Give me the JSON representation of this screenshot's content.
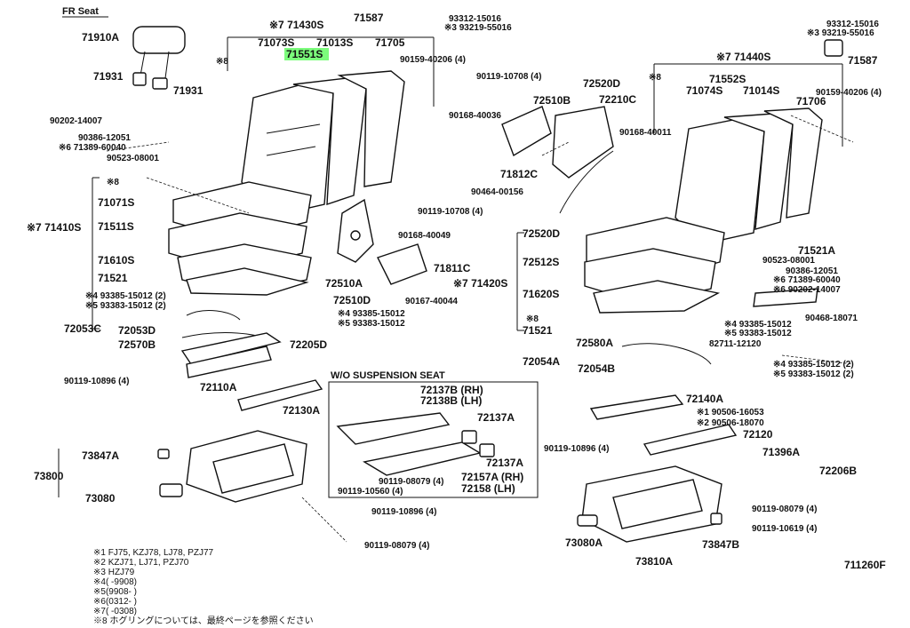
{
  "header": {
    "title": "FR  Seat",
    "figure_code": "711260F",
    "ws_title": "W/O  SUSPENSION  SEAT"
  },
  "highlight": {
    "part": "71551S",
    "color": "#7CFC7C"
  },
  "labels": {
    "l1": "71910A",
    "l2": "71931",
    "l3": "71931",
    "l4": "90202-14007",
    "l5": "90386-12051",
    "l6": "※6 71389-60040",
    "l7": "90523-08001",
    "l8": "※8",
    "l9": "71071S",
    "l10": "71511S",
    "l11": "71610S",
    "l12": "71521",
    "l13": "※7 71410S",
    "l14": "※4 93385-15012 (2)",
    "l15": "※5 93383-15012 (2)",
    "l16": "72053C",
    "l17": "72053D",
    "l18": "72570B",
    "l19": "90119-10896 (4)",
    "l20": "72110A",
    "l21": "72130A",
    "l22": "73847A",
    "l23": "73800",
    "l24": "73080",
    "l25": "※7 71430S",
    "l26": "71587",
    "l27": "93312-15016",
    "l28": "※3 93219-55016",
    "l29": "※8",
    "l30": "71073S",
    "l31": "71013S",
    "l32": "71705",
    "l33": "71551S",
    "l34": "90159-40206 (4)",
    "l35": "90119-10708 (4)",
    "l36": "90168-40049",
    "l37": "71811C",
    "l38": "72510A",
    "l39": "90167-40044",
    "l40": "72510D",
    "l41": "※4 93385-15012",
    "l42": "※5 93383-15012",
    "l43": "72205D",
    "l44": "90119-10896 (4)",
    "l45": "90119-08079 (4)",
    "l46": "90119-10708 (4)",
    "l47": "72520D",
    "l48": "72510B",
    "l49": "72210C",
    "l50": "90168-40036",
    "l51": "90168-40011",
    "l52": "71812C",
    "l53": "90464-00156",
    "l54": "※8",
    "l55": "93312-15016",
    "l56": "※3 93219-55016",
    "l57": "※7 71440S",
    "l58": "71587",
    "l59": "71552S",
    "l60": "71074S",
    "l61": "71014S",
    "l62": "71706",
    "l63": "90159-40206 (4)",
    "l64": "72520D",
    "l65": "71521A",
    "l66": "72512S",
    "l67": "71620S",
    "l68": "※7 71420S",
    "l69": "90523-08001",
    "l70": "90386-12051",
    "l71": "※6 71389-60040",
    "l72": "※6 90202-14007",
    "l73": "90468-18071",
    "l74": "※8",
    "l75": "71521",
    "l76": "※4 93385-15012",
    "l77": "※5 93383-15012",
    "l78": "82711-12120",
    "l79": "72580A",
    "l80": "72054A",
    "l81": "72054B",
    "l82": "※4 93385-15012 (2)",
    "l83": "※5 93383-15012 (2)",
    "l84": "72140A",
    "l85": "※1 90506-16053",
    "l86": "※2 90506-18070",
    "l87": "72120",
    "l88": "90119-10896 (4)",
    "l89": "71396A",
    "l90": "72206B",
    "l91": "90119-08079 (4)",
    "l92": "90119-10619 (4)",
    "l93": "73080A",
    "l94": "73847B",
    "l95": "73810A",
    "l96": "72137B (RH)",
    "l97": "72138B (LH)",
    "l98": "72137A",
    "l99": "72137A",
    "l100": "90119-08079 (4)",
    "l101": "72157A (RH)",
    "l102": "72158 (LH)",
    "l103": "90119-10560 (4)"
  },
  "footnotes": [
    "※1 FJ75, KZJ78, LJ78, PZJ77",
    "※2 KZJ71, LJ71, PZJ70",
    "※3 HZJ79",
    "※4(          -9908)",
    "※5(9908-          )",
    "※6(0312-          )",
    "※7(          -0308)",
    "※8  ホグリングについては、最終ページを参照ください"
  ]
}
